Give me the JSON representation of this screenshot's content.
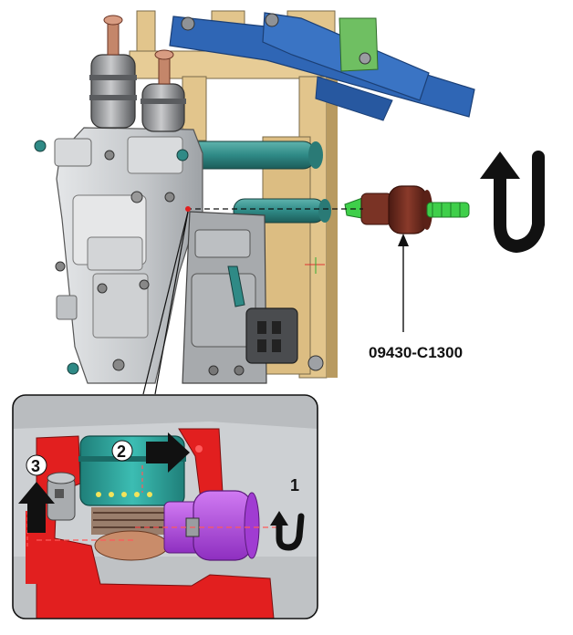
{
  "diagram": {
    "part_number": "09430-C1300",
    "steps": [
      {
        "number": "1",
        "direction": "rotate"
      },
      {
        "number": "2",
        "direction": "right"
      },
      {
        "number": "3",
        "direction": "up"
      }
    ],
    "colors": {
      "frame_tan": "#e2c58c",
      "arm_blue": "#2f66b5",
      "rod_teal": "#2f8a86",
      "bracket_green": "#6fbf62",
      "tool_brown": "#6b2a1e",
      "tool_pin_green": "#3fcf4a",
      "inset_red": "#e21f1f",
      "inset_purple": "#b24ae0",
      "inset_teal": "#2aa39c",
      "housing_grey": "#c9cbcd"
    }
  }
}
